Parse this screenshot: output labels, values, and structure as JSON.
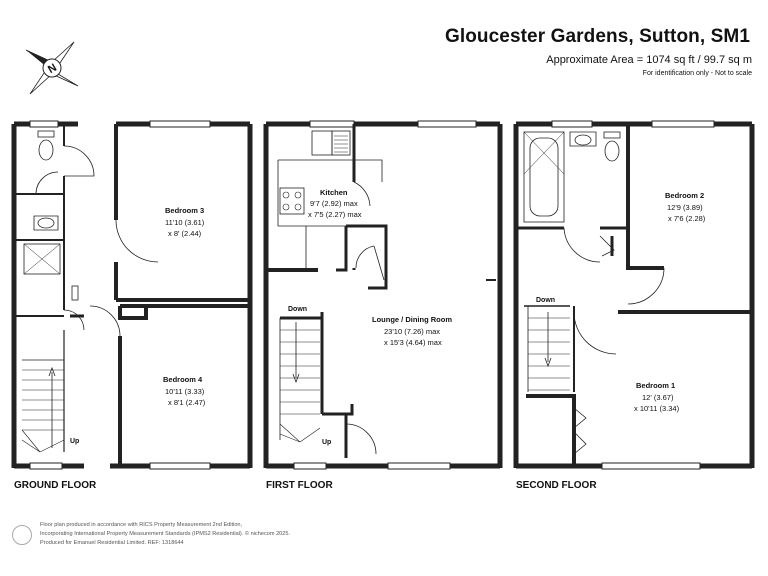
{
  "header": {
    "title": "Gloucester Gardens, Sutton, SM1",
    "area": "Approximate Area = 1074 sq ft / 99.7 sq m",
    "note": "For identification only - Not to scale"
  },
  "compass": {
    "letter": "N"
  },
  "floors": {
    "ground": {
      "label": "GROUND FLOOR",
      "up": "Up",
      "bedroom3": {
        "name": "Bedroom 3",
        "dim1": "11'10 (3.61)",
        "dim2": "x 8' (2.44)"
      },
      "bedroom4": {
        "name": "Bedroom 4",
        "dim1": "10'11 (3.33)",
        "dim2": "x 8'1 (2.47)"
      }
    },
    "first": {
      "label": "FIRST FLOOR",
      "down": "Down",
      "up": "Up",
      "kitchen": {
        "name": "Kitchen",
        "dim1": "9'7 (2.92) max",
        "dim2": "x 7'5 (2.27) max"
      },
      "lounge": {
        "name": "Lounge / Dining Room",
        "dim1": "23'10 (7.26) max",
        "dim2": "x 15'3 (4.64) max"
      }
    },
    "second": {
      "label": "SECOND FLOOR",
      "down": "Down",
      "bedroom2": {
        "name": "Bedroom 2",
        "dim1": "12'9 (3.89)",
        "dim2": "x 7'6 (2.28)"
      },
      "bedroom1": {
        "name": "Bedroom 1",
        "dim1": "12' (3.67)",
        "dim2": "x 10'11 (3.34)"
      }
    }
  },
  "footer": {
    "line1": "Floor plan produced in accordance with RICS Property Measurement 2nd Edition,",
    "line2": "Incorporating International Property Measurement Standards (IPMS2 Residential).  © nichecom 2025.",
    "line3": "Produced for Emanuel Residential Limited.   REF: 1318644"
  }
}
